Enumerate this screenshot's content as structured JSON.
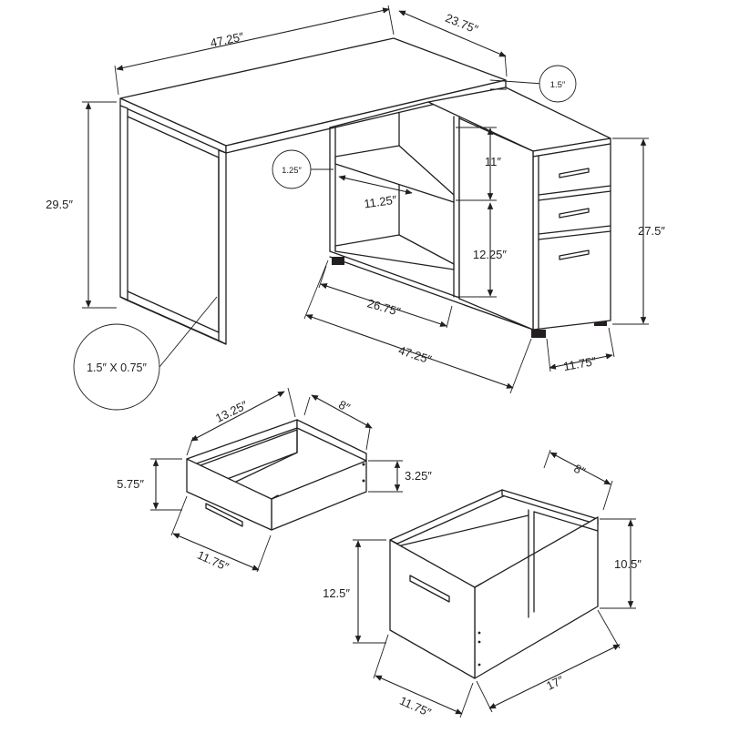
{
  "desk": {
    "width_top": "47.25″",
    "depth_top": "23.75″",
    "top_thickness": "1.5″",
    "height_total": "29.5″",
    "shelf_thickness": "1.25″",
    "shelf_upper_height": "11″",
    "shelf_depth": "11.25″",
    "shelf_lower_height": "12.25″",
    "shelf_width": "26.75″",
    "return_width": "47.25″",
    "return_height": "27.5″",
    "return_depth": "11.75″",
    "leg_profile": "1.5″ X 0.75″"
  },
  "small_drawer": {
    "inner_depth": "13.25″",
    "inner_width": "8″",
    "front_height": "5.75″",
    "inner_height": "3.25″",
    "front_width": "11.75″"
  },
  "file_drawer": {
    "inner_width": "8″",
    "inner_height": "10.5″",
    "front_height": "12.5″",
    "front_width": "11.75″",
    "depth": "17″"
  },
  "colors": {
    "line": "#231f20",
    "background": "#ffffff"
  }
}
